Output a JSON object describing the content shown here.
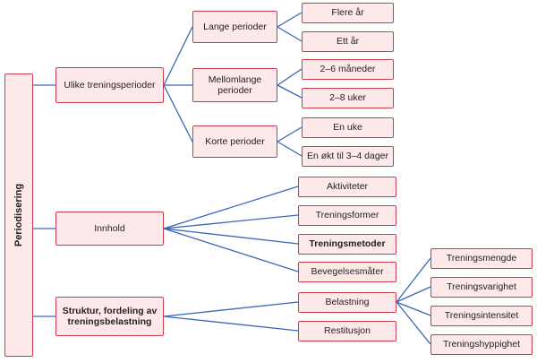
{
  "root": {
    "label": "Periodisering"
  },
  "level1": {
    "periods": {
      "label": "Ulike treningsperioder"
    },
    "content": {
      "label": "Innhold"
    },
    "structure": {
      "label": "Struktur, fordeling av treningsbelastning"
    }
  },
  "periods": {
    "long": {
      "label": "Lange perioder",
      "children": [
        "Flere år",
        "Ett år"
      ]
    },
    "medium": {
      "label": "Mellomlange perioder",
      "children": [
        "2–6 måneder",
        "2–8 uker"
      ]
    },
    "short": {
      "label": "Korte perioder",
      "children": [
        "En uke",
        "En økt til 3–4 dager"
      ]
    }
  },
  "content": {
    "children": [
      "Aktiviteter",
      "Treningsformer",
      "Treningsmetoder",
      "Bevegelsesmåter"
    ]
  },
  "structure": {
    "load": {
      "label": "Belastning",
      "children": [
        "Treningsmengde",
        "Treningsvarighet",
        "Treningsintensitet",
        "Treningshyppighet"
      ]
    },
    "recovery": {
      "label": "Restitusjon"
    }
  },
  "colors": {
    "box_fill": "#fde9ea",
    "box_border": "#c93c4c",
    "line": "#3a66b8"
  }
}
